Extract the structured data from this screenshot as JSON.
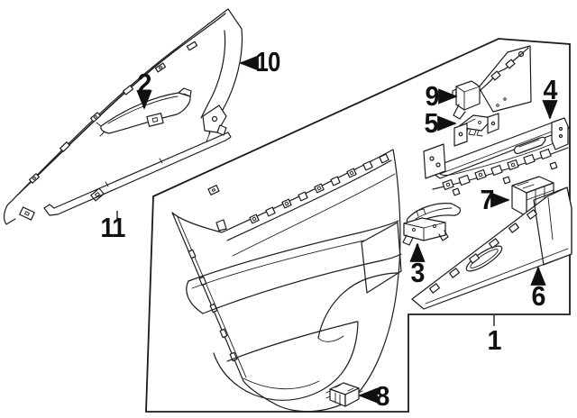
{
  "figure": {
    "kind": "exploded-parts-diagram",
    "background": "#ffffff",
    "ink": "#1b1b1b"
  },
  "callouts": {
    "c1": {
      "label": "1",
      "leader": "plain-line-up"
    },
    "c2": {
      "label": "2",
      "leader": "arrow-down"
    },
    "c3": {
      "label": "3",
      "leader": "arrow-up"
    },
    "c4": {
      "label": "4",
      "leader": "arrow-down"
    },
    "c5": {
      "label": "5",
      "leader": "arrow-right"
    },
    "c6": {
      "label": "6",
      "leader": "arrow-up"
    },
    "c7": {
      "label": "7",
      "leader": "arrow-right"
    },
    "c8": {
      "label": "8",
      "leader": "arrow-left"
    },
    "c9": {
      "label": "9",
      "leader": "arrow-right"
    },
    "c10": {
      "label": "10",
      "leader": "arrow-left"
    },
    "c11": {
      "label": "11",
      "leader": "plain-line-up"
    }
  }
}
